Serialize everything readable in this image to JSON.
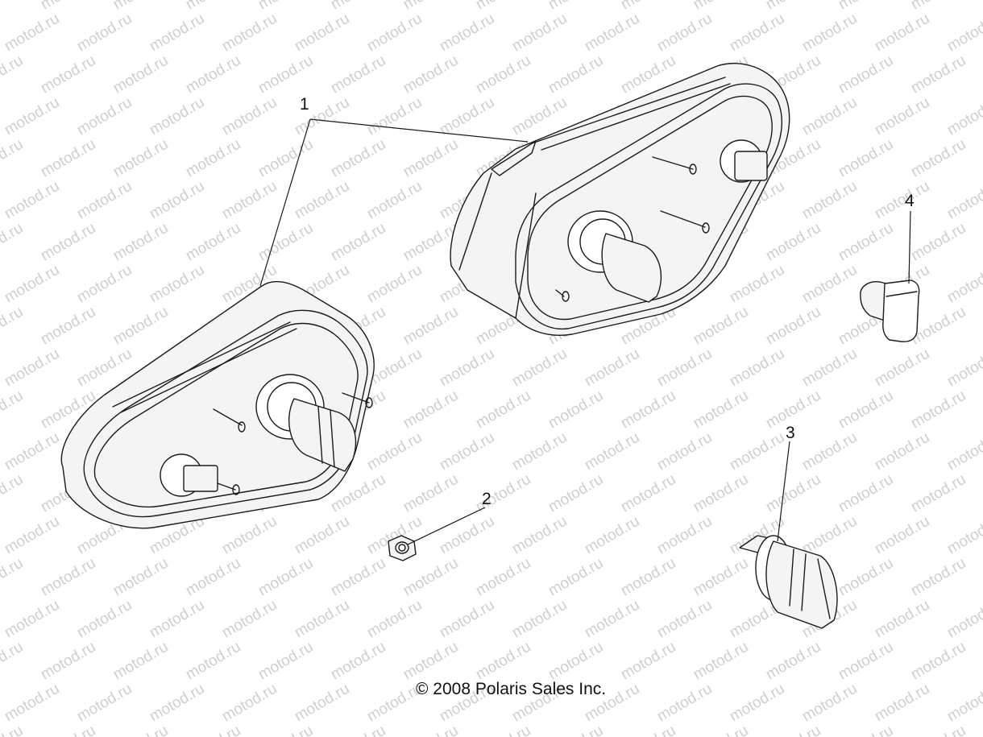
{
  "watermark": {
    "text": "motod.ru"
  },
  "callouts": [
    {
      "id": "1",
      "label": "1"
    },
    {
      "id": "2",
      "label": "2"
    },
    {
      "id": "3",
      "label": "3"
    },
    {
      "id": "4",
      "label": "4"
    }
  ],
  "footer": {
    "copyright": "© 2008 Polaris Sales Inc."
  },
  "colors": {
    "background": "#ffffff",
    "line": "#1a1a1a",
    "watermark": "#cfcfcf"
  }
}
